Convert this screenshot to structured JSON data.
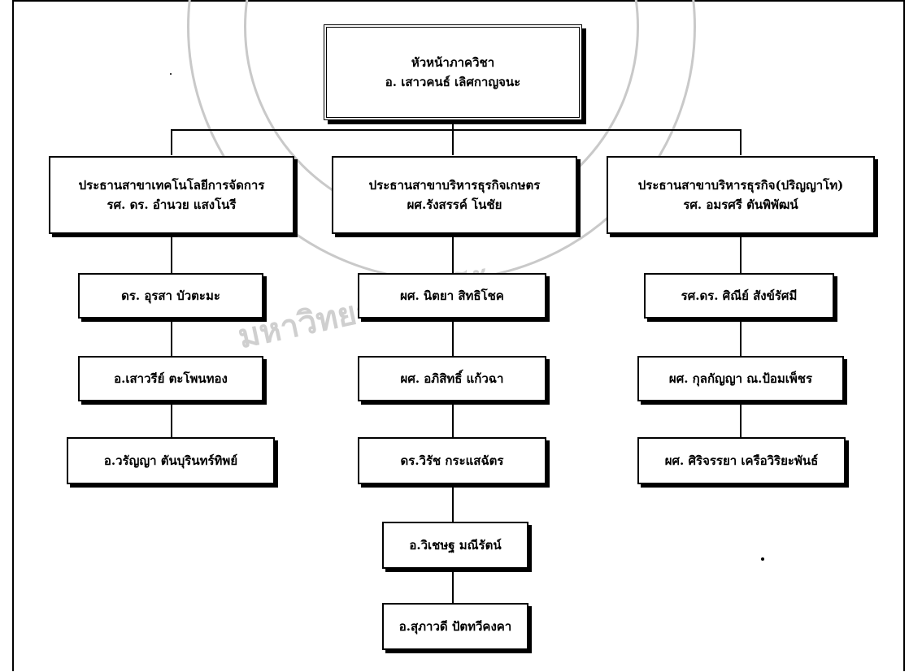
{
  "head": {
    "title": "หัวหน้าภาควิชา",
    "name": "อ. เสาวคนธ์ เลิศกาญจนะ"
  },
  "columns": [
    {
      "chair_title": "ประธานสาขาเทคโนโลยีการจัดการ",
      "chair_name": "รศ. ดร. อำนวย แสงโนรี",
      "members": [
        "ดร. อุรสา บัวตะมะ",
        "อ.เสาวรีย์ ตะโพนทอง",
        "อ.วรัญญา ตันบุรินทร์ทิพย์"
      ]
    },
    {
      "chair_title": "ประธานสาขาบริหารธุรกิจเกษตร",
      "chair_name": "ผศ.รังสรรค์ โนชัย",
      "members": [
        "ผศ. นิตยา สิทธิโชค",
        "ผศ. อภิสิทธิ์ แก้วฉา",
        "ดร.วิรัช กระแสฉัตร",
        "อ.วิเชษฐ มณีรัตน์",
        "อ.สุภาวดี ปัตทวีคงคา"
      ]
    },
    {
      "chair_title": "ประธานสาขาบริหารธุรกิจ(ปริญญาโท)",
      "chair_name": "รศ. อมรศรี ตันพิพัฒน์",
      "members": [
        "รศ.ดร. ศิณีย์ สังข์รัศมี",
        "ผศ. กุลกัญญา ณ.ป้อมเพ็ชร",
        "ผศ. ศิริจรรยา เครือวิริยะพันธ์"
      ]
    }
  ],
  "watermark": {
    "text": "มหาวิทยาลัยแม่โจ้"
  }
}
